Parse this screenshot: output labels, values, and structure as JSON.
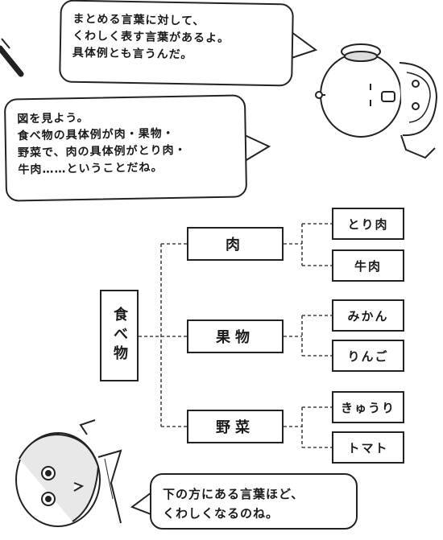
{
  "bubbles": {
    "top": [
      "まとめる言葉に対して、",
      "くわしく表す言葉があるよ。",
      "具体例とも言うんだ。"
    ],
    "middle": [
      "図を見よう。",
      "食べ物の具体例が肉・果物・",
      "野菜で、肉の具体例がとり肉・",
      "牛肉……ということだね。"
    ],
    "bottom": [
      "下の方にある言葉ほど、",
      "くわしくなるのね。"
    ]
  },
  "diagram": {
    "root": "食べ物",
    "groups": [
      {
        "label": "肉",
        "children": [
          "とり肉",
          "牛肉"
        ]
      },
      {
        "label": "果物",
        "children": [
          "みかん",
          "りんご"
        ]
      },
      {
        "label": "野菜",
        "children": [
          "きゅうり",
          "トマト"
        ]
      }
    ]
  },
  "characters": {
    "robot": "robot-character",
    "girl": "girl-character"
  }
}
